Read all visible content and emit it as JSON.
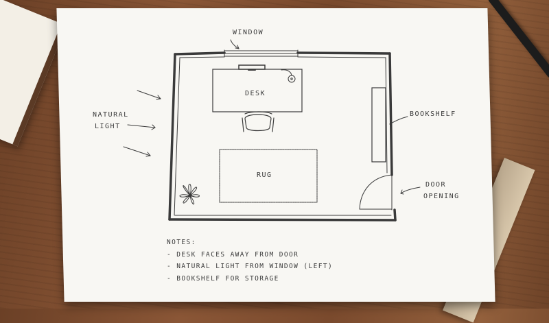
{
  "labels": {
    "window": "WINDOW",
    "natural_light": [
      "NATURAL",
      "LIGHT"
    ],
    "desk": "DESK",
    "rug": "RUG",
    "bookshelf": "BOOKSHELF",
    "door_opening": [
      "DOOR",
      "OPENING"
    ]
  },
  "notes": {
    "heading": "NOTES:",
    "items": [
      "DESK FACES AWAY FROM DOOR",
      "NATURAL LIGHT FROM WINDOW (LEFT)",
      "BOOKSHELF FOR STORAGE"
    ]
  },
  "icons": {
    "plant": "plant-icon",
    "chair": "chair-icon",
    "lamp": "lamp-icon",
    "monitor": "monitor-icon"
  },
  "colors": {
    "pencil": "#3a3a3a",
    "paper": "#f8f7f3",
    "wood": "#7a4a2d"
  }
}
